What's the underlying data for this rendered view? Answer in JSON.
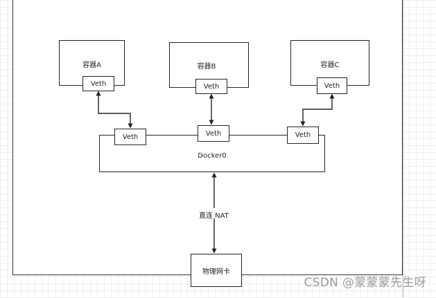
{
  "containers": [
    {
      "name": "容器A",
      "veth": "Veth"
    },
    {
      "name": "容器B",
      "veth": "Veth"
    },
    {
      "name": "容器C",
      "veth": "Veth"
    }
  ],
  "bridge": {
    "name": "Docker0",
    "veths": [
      "Veth",
      "Veth",
      "Veth"
    ]
  },
  "nat_label": "直连 NAT",
  "nic_label": "物理网卡",
  "watermark": "CSDN @蒙蒙蒙先生呀"
}
